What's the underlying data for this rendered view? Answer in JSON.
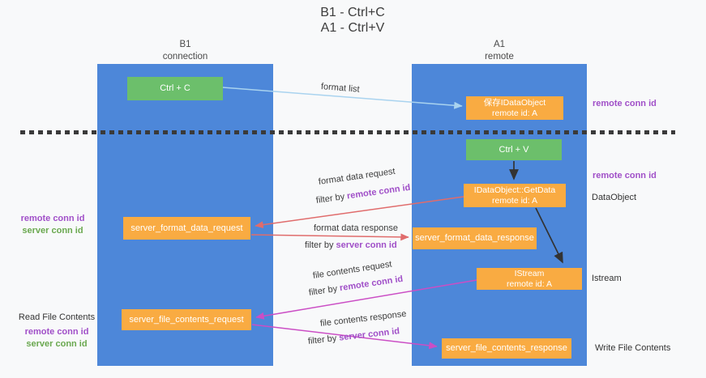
{
  "title": {
    "line1": "B1 - Ctrl+C",
    "line2": "A1 - Ctrl+V"
  },
  "columns": {
    "left": {
      "name": "B1",
      "subtitle": "connection"
    },
    "right": {
      "name": "A1",
      "subtitle": "remote"
    }
  },
  "nodes": {
    "ctrl_c": {
      "label": "Ctrl + C"
    },
    "save_idataobject": {
      "line1": "保存IDataObject",
      "line2": "remote id: A"
    },
    "ctrl_v": {
      "label": "Ctrl + V"
    },
    "getdata": {
      "line1": "IDataObject::GetData",
      "line2": "remote id: A"
    },
    "format_request": {
      "label": "server_format_data_request"
    },
    "format_response": {
      "label": "server_format_data_response"
    },
    "istream": {
      "line1": "IStream",
      "line2": "remote id: A"
    },
    "file_request": {
      "label": "server_file_contents_request"
    },
    "file_response": {
      "label": "server_file_contents_response"
    }
  },
  "flow_labels": {
    "format_list": "format list",
    "format_request_title": "format data request",
    "format_request_filter_prefix": "filter by ",
    "format_request_filter_key": "remote conn id",
    "format_response_title": "format data response",
    "format_response_filter_prefix": "filter by ",
    "format_response_filter_key": "server conn id",
    "file_request_title": "file contents request",
    "file_request_filter_prefix": "filter by ",
    "file_request_filter_key": "remote conn id",
    "file_response_title": "file contents response",
    "file_response_filter_prefix": "filter by ",
    "file_response_filter_key": "server conn id"
  },
  "side_labels": {
    "remote_conn_id_top_right": "remote conn id",
    "remote_conn_id_mid_right": "remote conn id",
    "dataobject": "DataObject",
    "istream": "Istream",
    "write_file_contents": "Write File Contents",
    "format_remote_conn_id_left": "remote conn id",
    "format_server_conn_id_left": "server conn id",
    "read_file_contents": "Read File Contents",
    "file_remote_conn_id_left": "remote conn id",
    "file_server_conn_id_left": "server conn id"
  },
  "colors": {
    "column_blue": "#4d87d9",
    "box_green": "#6cbf6b",
    "box_orange": "#f9ab42",
    "arrow_lightblue": "#a9d3ef",
    "arrow_black": "#333333",
    "arrow_red": "#e06c6c",
    "arrow_magenta": "#cb4ec5",
    "label_purple": "#a04fc8",
    "label_green": "#6aa84f",
    "dashed_line": "#3a3a3a"
  }
}
